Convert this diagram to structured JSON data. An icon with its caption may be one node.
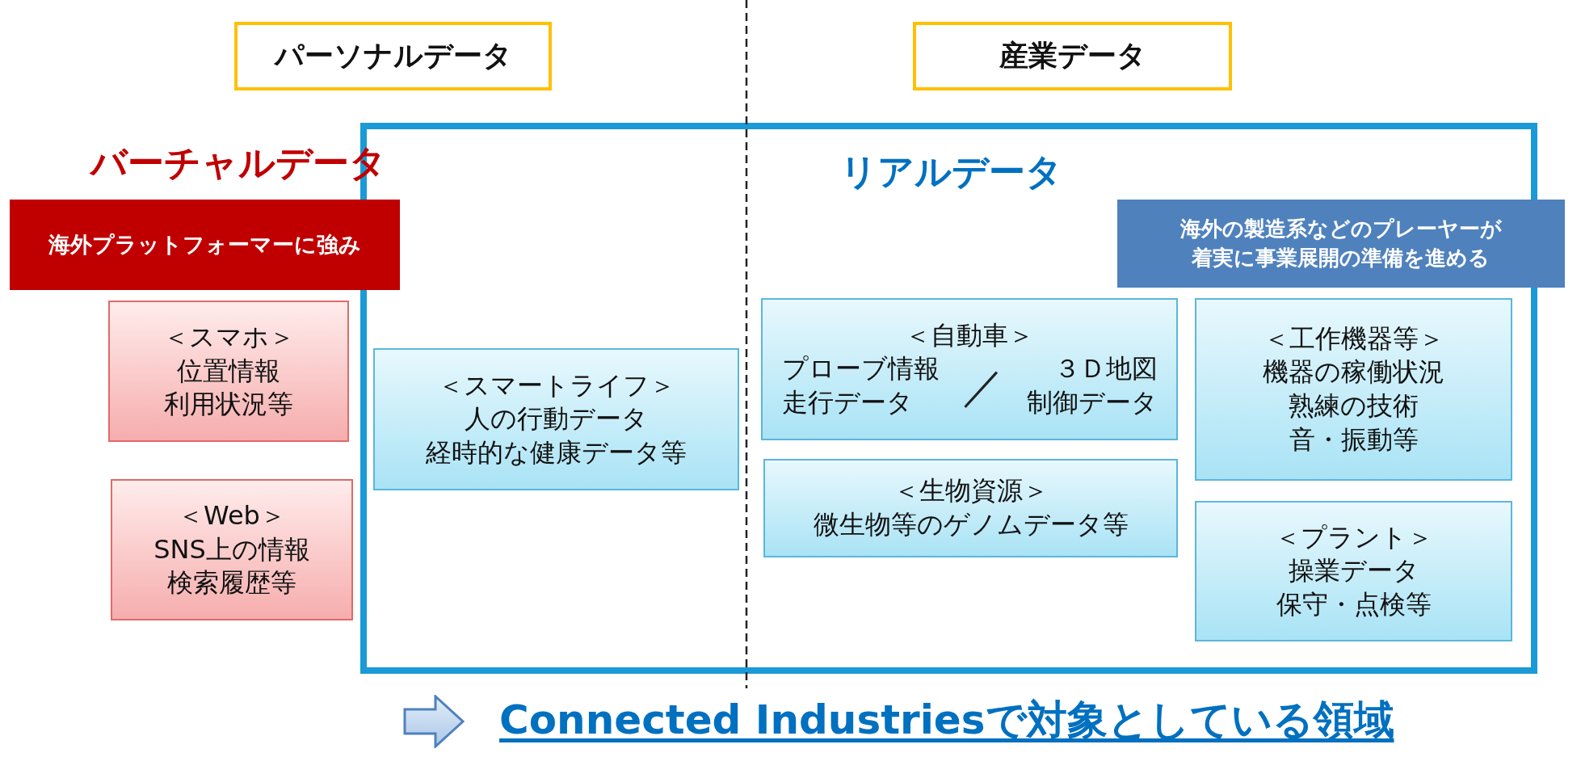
{
  "diagram": {
    "caption": "Connected Industriesで対象としている領域",
    "nodes": [
      {
        "text": [
          "パーソナルデータ"
        ]
      },
      {
        "text": [
          "産業データ"
        ]
      },
      {
        "text": [],
        "shape": "box"
      },
      {
        "text": [
          "海外プラットフォーマーに強み"
        ]
      },
      {
        "text": [
          "海外の製造系などのプレーヤーが着実に事業展開の準備を進める"
        ],
        "in": 2
      },
      {
        "text": [
          "＜スマホ＞",
          "位置情報",
          "利用状況等"
        ]
      },
      {
        "text": [
          "＜スマートライフ＞",
          "人の行動データ",
          "経時的な健康データ等"
        ],
        "in": 2
      },
      {
        "text": [
          "＜自動車＞",
          "プローブ情報",
          "走行データ",
          "／",
          "３Ｄ地図",
          "制御データ"
        ],
        "in": 2
      },
      {
        "text": [
          "＜工作機器等＞",
          "機器の稼働状況",
          "熟練の技術",
          "音・振動等"
        ],
        "in": 2
      },
      {
        "text": [
          "＜生物資源＞",
          "微生物等のゲノムデータ等"
        ],
        "in": 2
      },
      {
        "text": [
          "＜プラント＞",
          "操業データ",
          "保守・点検等"
        ],
        "in": 2
      },
      {
        "text": [
          "＜Web＞",
          "SNS上の情報",
          "検索履歴等"
        ]
      }
    ],
    "labels": [
      "バーチャルデータ",
      "リアルデータ"
    ]
  }
}
